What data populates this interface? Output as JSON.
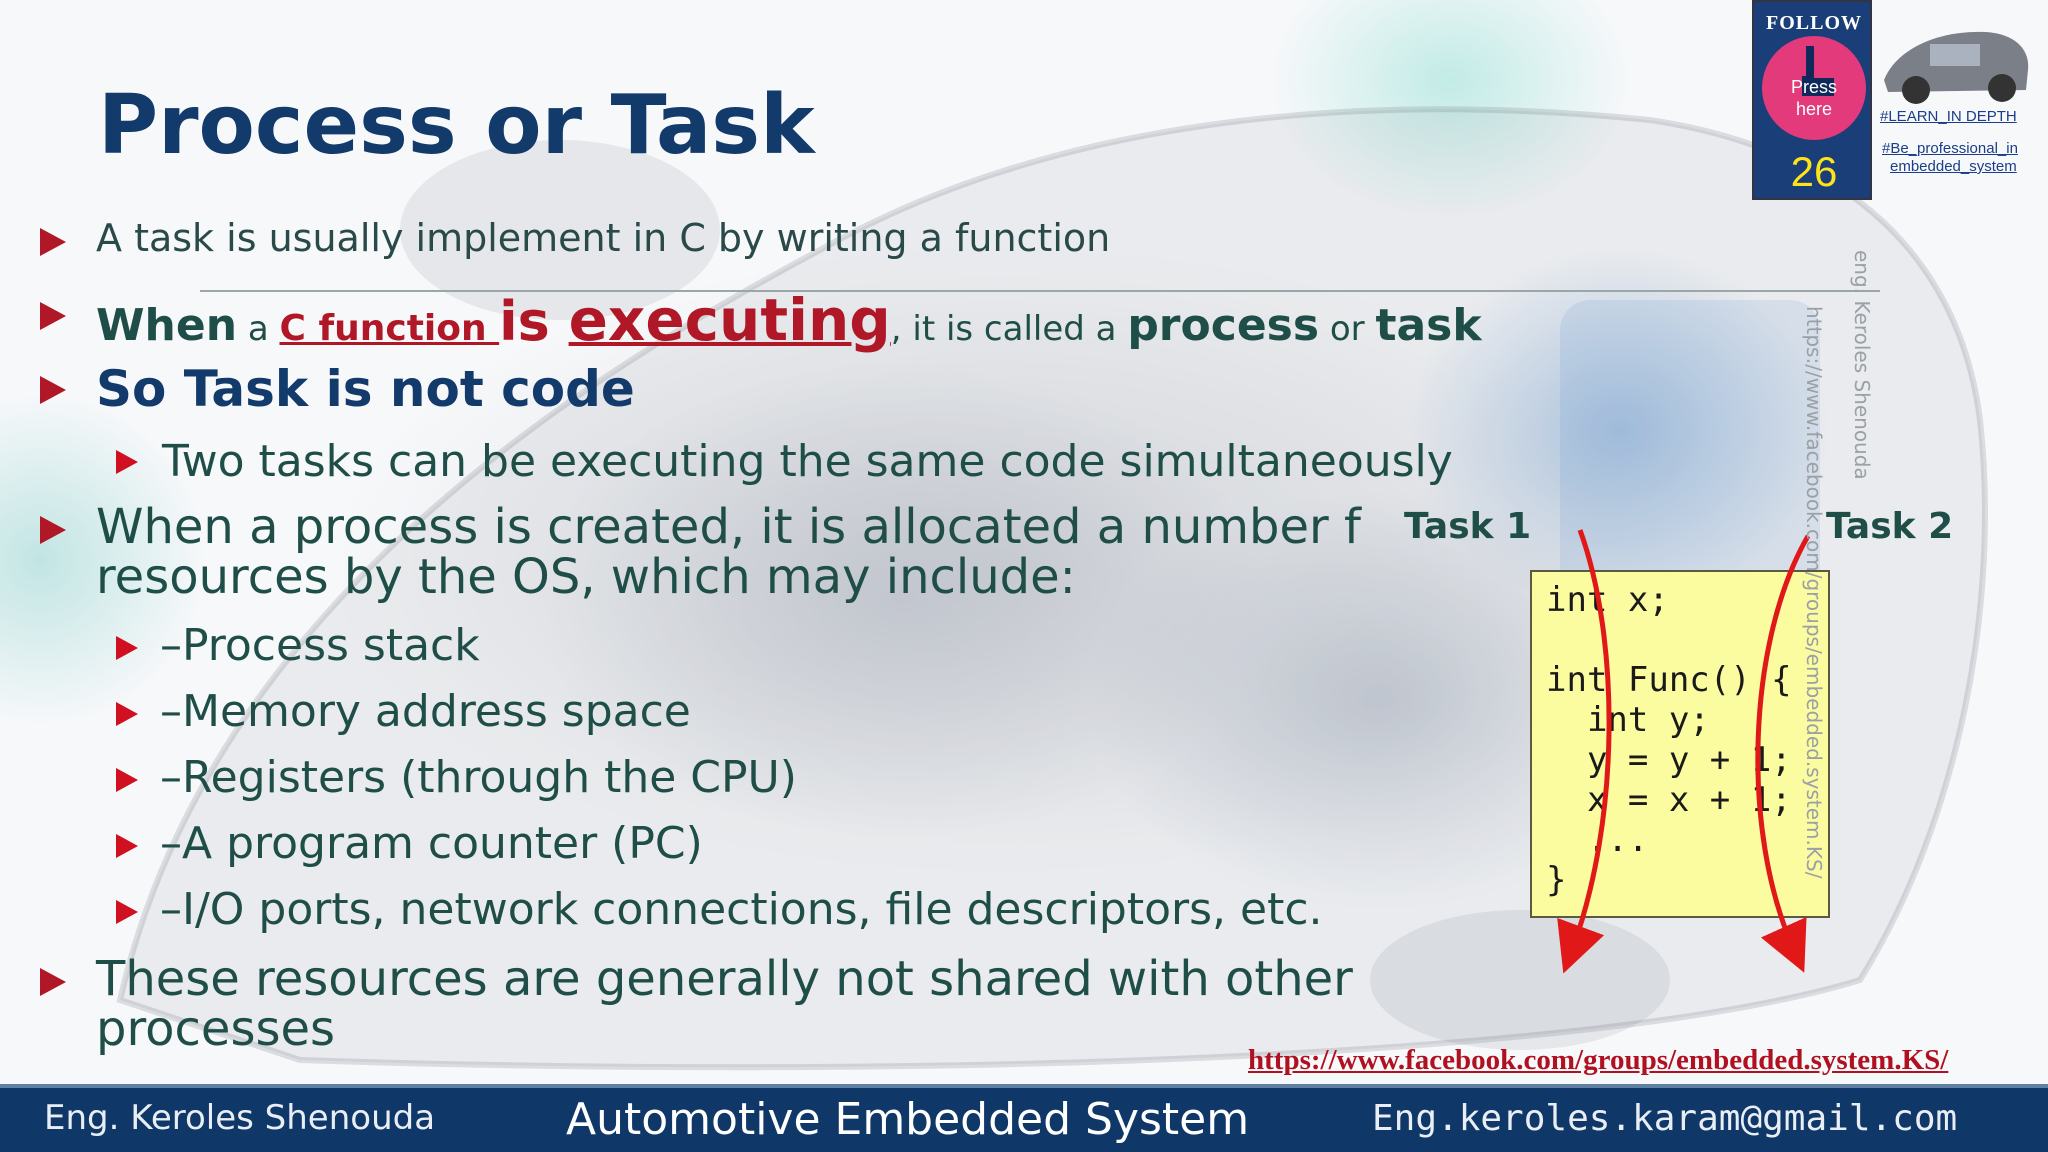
{
  "slide": {
    "title": "Process or Task",
    "bullets": {
      "b1": "A task is usually implement in C by writing a function",
      "b2": {
        "when": "When",
        "a1": " a ",
        "c_function": "C function ",
        "is": "is ",
        "executing": "executing",
        "called": ", it is called a ",
        "process": "process",
        "or": " or ",
        "task": "task"
      },
      "b3": "So Task is not code",
      "b4": "Two tasks can be executing the same code simultaneously",
      "b5_line1": "When a process is created, it is allocated a number f",
      "b5_line2": "resources by the OS, which may include:",
      "sub": [
        "–Process stack",
        "–Memory address space",
        "–Registers (through the CPU)",
        "–A program counter (PC)",
        "–I/O ports, network connections, file descriptors, etc."
      ],
      "b7_line1": "These resources are generally not shared with other",
      "b7_line2": "processes"
    },
    "diagram": {
      "task1": "Task 1",
      "task2": "Task 2",
      "code": "int x;\n\nint Func() {\n  int y;\n  y = y + 1;\n  x = x + 1;\n  ...\n}"
    },
    "link": "https://www.facebook.com/groups/embedded.system.KS/",
    "vertical_author": "eng. Keroles Shenouda",
    "vertical_url": "https://www.facebook.com/groups/embedded.system.KS/"
  },
  "badge": {
    "follow": "FOLLOW US",
    "press": "Press\nhere",
    "page": "26",
    "tag1": "#LEARN_IN DEPTH",
    "tag2": "#Be_professional_in",
    "tag3": "embedded_system"
  },
  "footer": {
    "left": "Eng. Keroles Shenouda",
    "center": "Automotive Embedded System",
    "right": "Eng.keroles.karam@gmail.com"
  },
  "colors": {
    "title": "#123a6b",
    "text": "#1f4e48",
    "accent_red": "#b01828",
    "code_bg": "#fbfba0",
    "footer_bg": "#0f3768"
  }
}
